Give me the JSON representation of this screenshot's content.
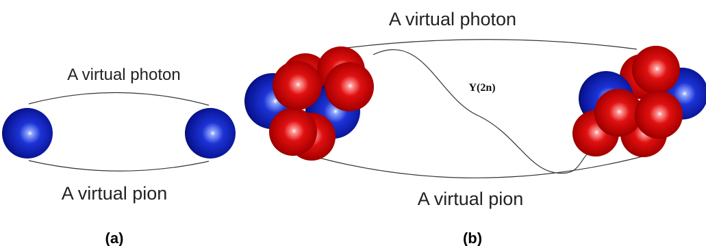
{
  "panel_a": {
    "photon_label": "A virtual photon",
    "pion_label": "A virtual pion",
    "caption": "(a)"
  },
  "panel_b": {
    "photon_label": "A virtual photon",
    "pion_label": "A virtual pion",
    "wave_label": "Y(2n)",
    "caption": "(b)"
  },
  "colors": {
    "proton": "#cc0000",
    "neutron": "#0000aa"
  }
}
